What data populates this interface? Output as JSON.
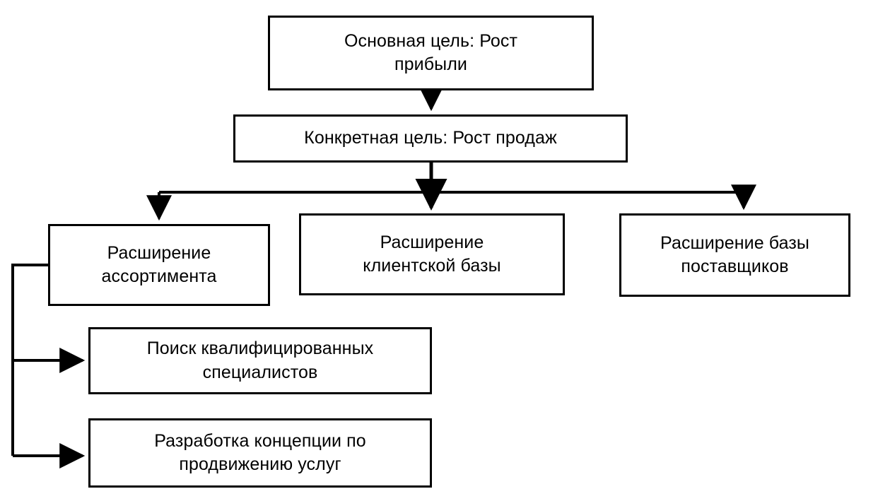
{
  "diagram": {
    "type": "tree-hierarchy",
    "orientation": "top-down",
    "language": "ru",
    "colors": {
      "background": "#ffffff",
      "stroke": "#000000",
      "text": "#000000",
      "fill": "#ffffff"
    },
    "nodes": [
      {
        "id": "main-goal",
        "label": "Основная цель: Рост\nприбыли",
        "level": 0
      },
      {
        "id": "specific-goal",
        "label": "Конкретная цель: Рост продаж",
        "level": 1
      },
      {
        "id": "assortment",
        "label": "Расширение\nассортимента",
        "level": 2
      },
      {
        "id": "client-base",
        "label": "Расширение\nклиентской базы",
        "level": 2
      },
      {
        "id": "supplier-base",
        "label": "Расширение базы\nпоставщиков",
        "level": 2
      },
      {
        "id": "specialists",
        "label": "Поиск квалифицированных\nспециалистов",
        "level": 3
      },
      {
        "id": "promo-concept",
        "label": "Разработка концепции по\nпродвижению услуг",
        "level": 3
      }
    ],
    "edges": [
      {
        "from": "main-goal",
        "to": "specific-goal",
        "arrow": true
      },
      {
        "from": "specific-goal",
        "to": "assortment",
        "arrow": true
      },
      {
        "from": "specific-goal",
        "to": "client-base",
        "arrow": true
      },
      {
        "from": "specific-goal",
        "to": "supplier-base",
        "arrow": true
      },
      {
        "from": "assortment",
        "to": "specialists",
        "arrow": true
      },
      {
        "from": "assortment",
        "to": "promo-concept",
        "arrow": true
      }
    ]
  }
}
